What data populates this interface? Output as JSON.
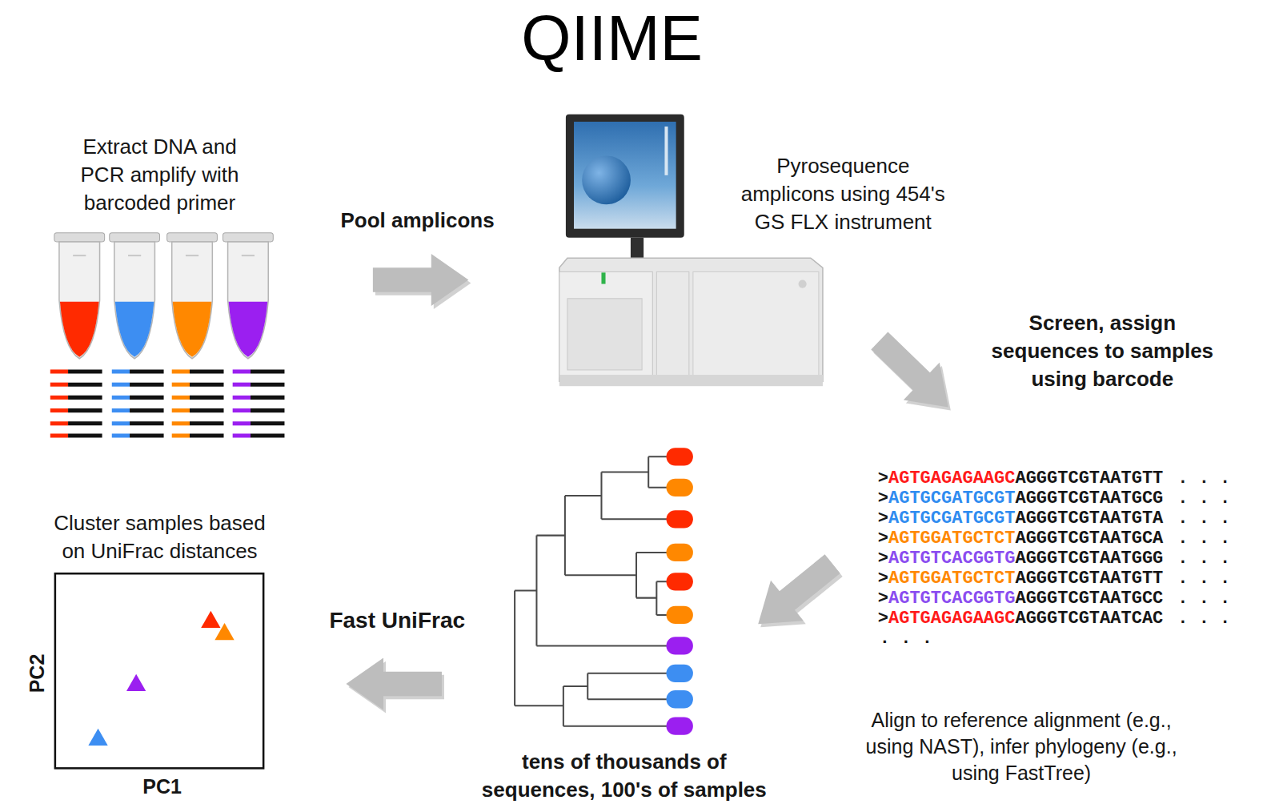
{
  "diagram": {
    "title": "QIIME",
    "labels": [
      "Extract DNA and PCR amplify with barcoded primer",
      "Pool amplicons",
      "Pyrosequence amplicons using 454's GS FLX instrument",
      "Screen, assign sequences to samples using barcode",
      ">",
      "AGTGAGAGAAGC",
      "AGGGTCGTAATGTT",
      ". . .",
      ">",
      "AGTGCGATGCGT",
      "AGGGTCGTAATGCG",
      ". . .",
      ">",
      "AGTGCGATGCGT",
      "AGGGTCGTAATGTA",
      ". . .",
      ">",
      "AGTGGATGCTCT",
      "AGGGTCGTAATGCA",
      ". . .",
      ">",
      "AGTGTCACGGTG",
      "AGGGTCGTAATGGG",
      ". . .",
      ">",
      "AGTGGATGCTCT",
      "AGGGTCGTAATGTT",
      ". . .",
      ">",
      "AGTGTCACGGTG",
      "AGGGTCGTAATGCC",
      ". . .",
      ">",
      "AGTGAGAGAAGC",
      "AGGGTCGTAATCAC",
      ". . .",
      ". . .",
      "Align to reference alignment (e.g., using NAST), infer phylogeny (e.g., using FastTree)",
      "tens of thousands of sequences, 100's of samples",
      "Fast UniFrac",
      "Cluster samples based on UniFrac distances",
      "PC2",
      "PC1"
    ]
  }
}
